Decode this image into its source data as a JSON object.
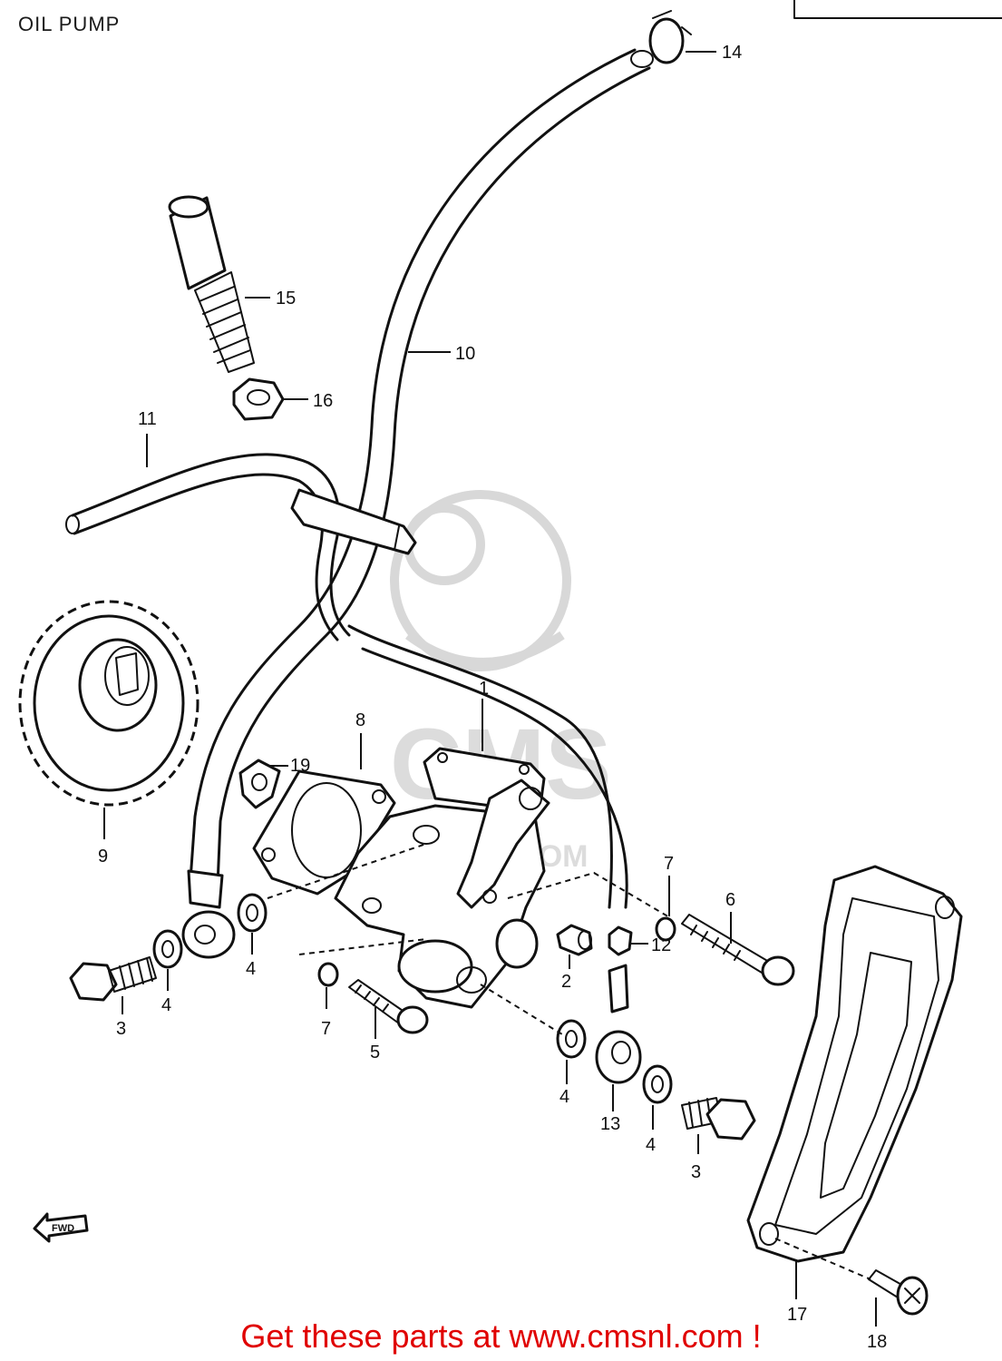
{
  "title": "OIL PUMP",
  "callouts": {
    "c1": "1",
    "c2": "2",
    "c3a": "3",
    "c3b": "3",
    "c4a": "4",
    "c4b": "4",
    "c4c": "4",
    "c4d": "4",
    "c5": "5",
    "c6": "6",
    "c7a": "7",
    "c7b": "7",
    "c8": "8",
    "c9": "9",
    "c10": "10",
    "c11": "11",
    "c12": "12",
    "c13": "13",
    "c14": "14",
    "c15": "15",
    "c16": "16",
    "c17": "17",
    "c18": "18",
    "c19": "19"
  },
  "fwd_label": "FWD",
  "watermark_text": "CMS",
  "watermark_url": "WWW.CMSNL.COM",
  "footer_text": "Get these parts at www.cmsnl.com !",
  "colors": {
    "line": "#111111",
    "footer": "#e00000",
    "watermark": "#d8d8d8"
  }
}
